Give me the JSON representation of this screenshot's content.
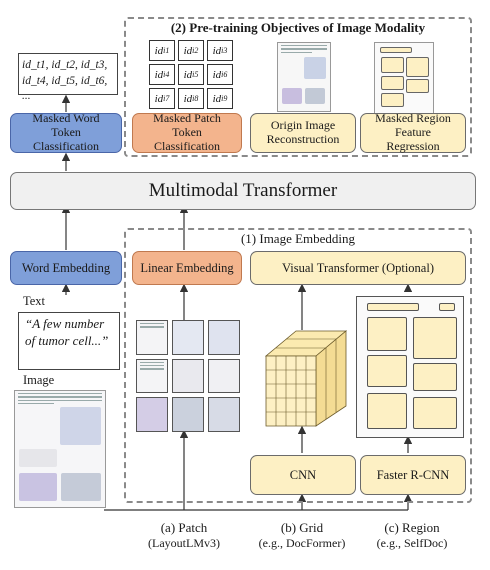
{
  "tokens_line1": "id_t1, id_t2, id_t3,",
  "tokens_line2": "id_t4, id_t5, id_t6, ...",
  "objectives_title": "(2) Pre-training Objectives of Image Modality",
  "id_grid": [
    "i1",
    "i2",
    "i3",
    "i4",
    "i5",
    "i6",
    "i7",
    "i8",
    "i9"
  ],
  "mwtc": "Masked Word Token Classification",
  "mptc": "Masked Patch Token Classification",
  "oir": "Origin Image Reconstruction",
  "mrfr": "Masked Region Feature Regression",
  "transformer": "Multimodal Transformer",
  "image_embedding_title": "(1) Image Embedding",
  "word_embedding": "Word Embedding",
  "linear_embedding": "Linear Embedding",
  "visual_transformer": "Visual Transformer (Optional)",
  "text_label": "Text",
  "text_sample": "“A few number of tumor cell...”",
  "image_label": "Image",
  "cnn": "CNN",
  "faster_rcnn": "Faster R-CNN",
  "patch_title": "(a) Patch",
  "patch_sub": "(LayoutLMv3)",
  "grid_title": "(b) Grid",
  "grid_sub": "(e.g., DocFormer)",
  "region_title": "(c) Region",
  "region_sub": "(e.g., SelfDoc)",
  "colors": {
    "blue": "#7f9fd9",
    "orange": "#f3b48d",
    "cream": "#fdf0c4",
    "gray": "#f0f0f0"
  }
}
